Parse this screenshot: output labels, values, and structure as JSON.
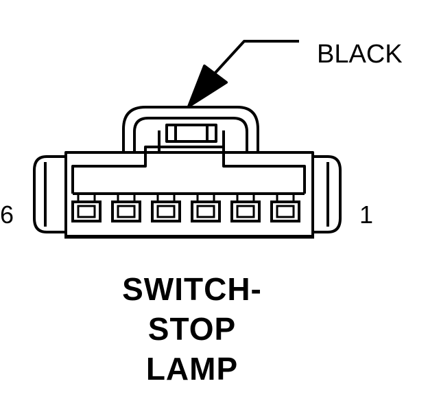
{
  "connector": {
    "color_label": "BLACK",
    "pin_left": "6",
    "pin_right": "1",
    "pin_count": 6,
    "title_lines": [
      "SWITCH-",
      "STOP",
      "LAMP"
    ]
  },
  "colors": {
    "stroke": "#000000",
    "background": "#ffffff"
  }
}
